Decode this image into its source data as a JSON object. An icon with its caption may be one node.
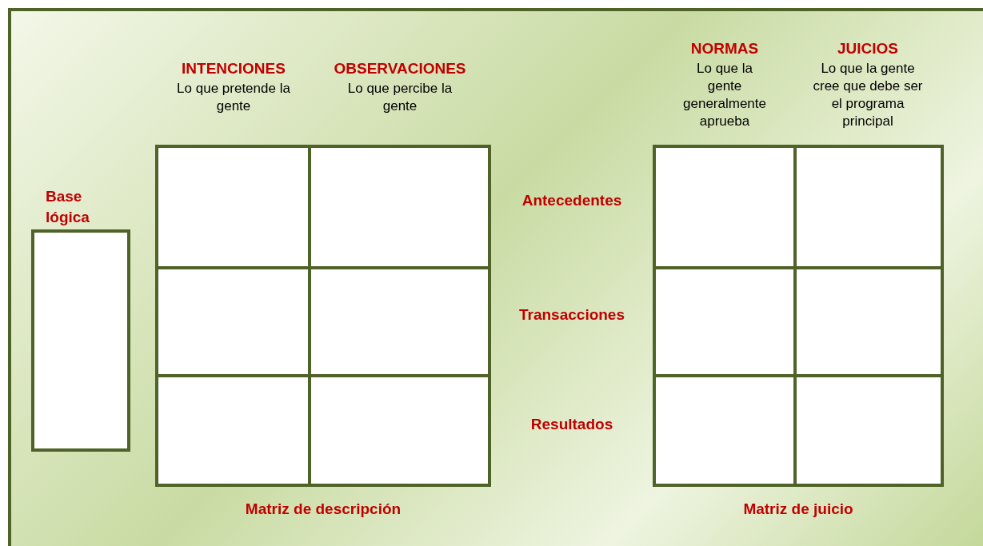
{
  "diagram": {
    "nodes": [
      {
        "text": [
          "Base lógica"
        ]
      },
      {
        "text": [
          "Matriz de descripción"
        ]
      },
      {
        "text": [],
        "shape": "box",
        "in": 1
      },
      {
        "text": [],
        "shape": "box",
        "in": 1
      },
      {
        "text": [],
        "shape": "box",
        "in": 1
      },
      {
        "text": [],
        "shape": "box",
        "in": 1
      },
      {
        "text": [],
        "shape": "box",
        "in": 1
      },
      {
        "text": [],
        "shape": "box",
        "in": 1
      },
      {
        "text": [
          "Matriz de juicio"
        ]
      },
      {
        "text": [],
        "shape": "box",
        "in": 8
      },
      {
        "text": [],
        "shape": "box",
        "in": 8
      },
      {
        "text": [],
        "shape": "box",
        "in": 8
      },
      {
        "text": [],
        "shape": "box",
        "in": 8
      },
      {
        "text": [],
        "shape": "box",
        "in": 8
      },
      {
        "text": [],
        "shape": "box",
        "in": 8
      }
    ],
    "labels": [
      "INTENCIONES",
      "Lo que pretende la gente",
      "OBSERVACIONES",
      "Lo que percibe la gente",
      "NORMAS",
      "Lo que la gente generalmente aprueba",
      "JUICIOS",
      "Lo que la gente cree que debe ser el programa principal",
      "Antecedentes",
      "Transacciones",
      "Resultados"
    ]
  }
}
